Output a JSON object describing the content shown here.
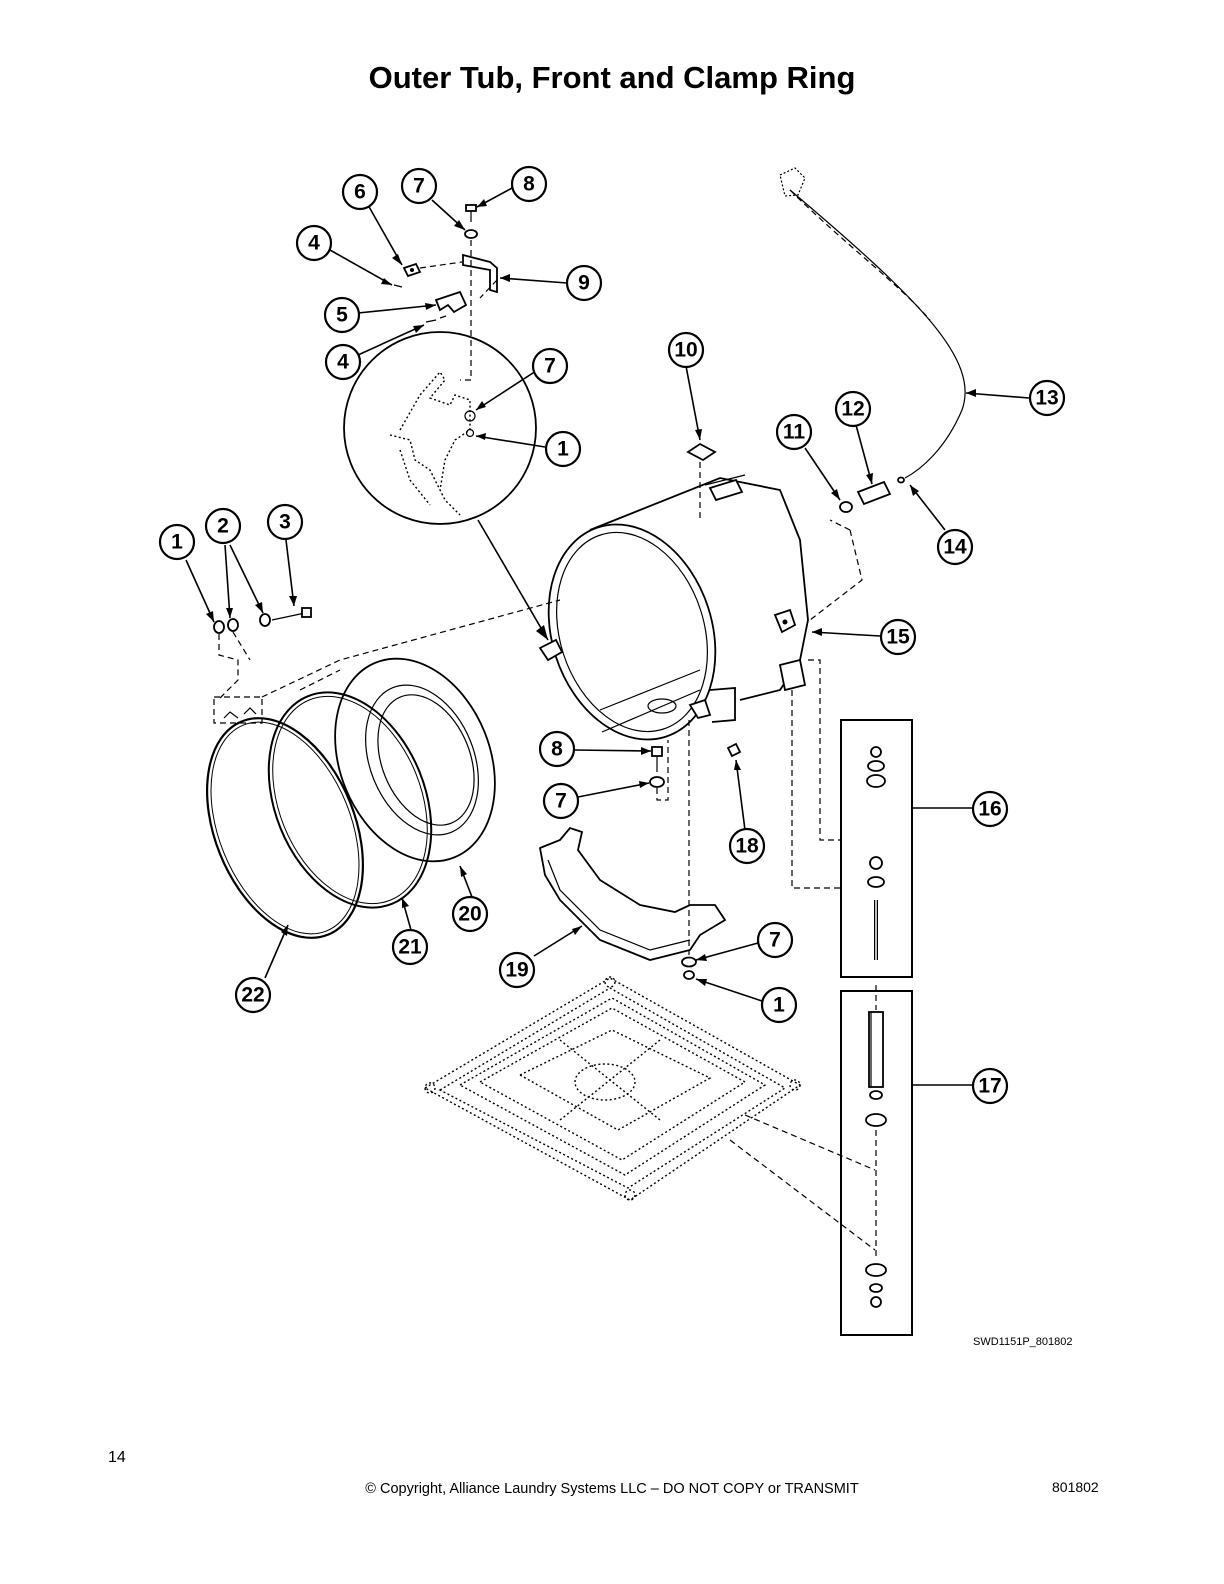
{
  "page": {
    "title": "Outer Tub, Front and Clamp Ring",
    "drawing_number": "SWD1151P_801802",
    "footer": {
      "page_number": "14",
      "copyright": "© Copyright, Alliance Laundry Systems LLC – DO NOT COPY or TRANSMIT",
      "document_number": "801802"
    }
  },
  "callouts": [
    {
      "id": "c-6",
      "label": "6"
    },
    {
      "id": "c-7a",
      "label": "7"
    },
    {
      "id": "c-8a",
      "label": "8"
    },
    {
      "id": "c-4a",
      "label": "4"
    },
    {
      "id": "c-9",
      "label": "9"
    },
    {
      "id": "c-5",
      "label": "5"
    },
    {
      "id": "c-4b",
      "label": "4"
    },
    {
      "id": "c-7b",
      "label": "7"
    },
    {
      "id": "c-1a",
      "label": "1"
    },
    {
      "id": "c-10",
      "label": "10"
    },
    {
      "id": "c-13",
      "label": "13"
    },
    {
      "id": "c-12",
      "label": "12"
    },
    {
      "id": "c-11",
      "label": "11"
    },
    {
      "id": "c-14",
      "label": "14"
    },
    {
      "id": "c-1b",
      "label": "1"
    },
    {
      "id": "c-2",
      "label": "2"
    },
    {
      "id": "c-3",
      "label": "3"
    },
    {
      "id": "c-15",
      "label": "15"
    },
    {
      "id": "c-8b",
      "label": "8"
    },
    {
      "id": "c-7c",
      "label": "7"
    },
    {
      "id": "c-18",
      "label": "18"
    },
    {
      "id": "c-16",
      "label": "16"
    },
    {
      "id": "c-20",
      "label": "20"
    },
    {
      "id": "c-21",
      "label": "21"
    },
    {
      "id": "c-22",
      "label": "22"
    },
    {
      "id": "c-7d",
      "label": "7"
    },
    {
      "id": "c-19",
      "label": "19"
    },
    {
      "id": "c-1c",
      "label": "1"
    },
    {
      "id": "c-17",
      "label": "17"
    }
  ]
}
